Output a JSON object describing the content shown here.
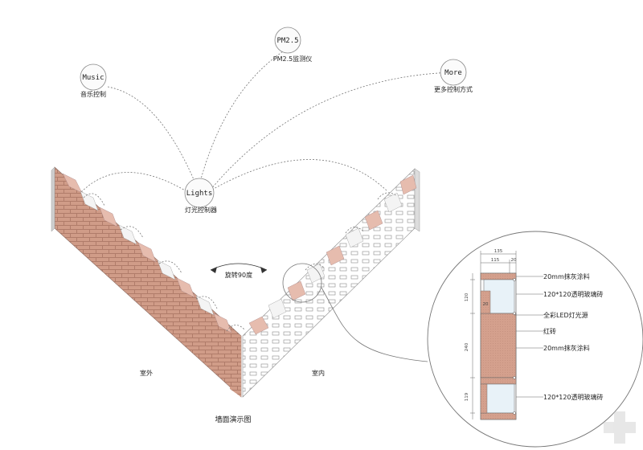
{
  "nodes": {
    "music": {
      "title": "Music",
      "caption": "音乐控制"
    },
    "pm25": {
      "title": "PM2.5",
      "caption": "PM2.5监测仪"
    },
    "more": {
      "title": "More",
      "caption": "更多控制方式"
    },
    "lights": {
      "title": "Lights",
      "caption": "灯光控制器"
    }
  },
  "labels": {
    "rotate": "旋转90度",
    "outdoor": "室外",
    "indoor": "室内",
    "caption": "墙面演示图"
  },
  "detail": {
    "dims_top": [
      "135",
      "115",
      "20"
    ],
    "dims_side": [
      "120",
      "20",
      "240",
      "119"
    ],
    "callouts": [
      "20mm抹灰涂料",
      "120*120透明玻璃砖",
      "全彩LED灯光源",
      "红砖",
      "20mm抹灰涂料",
      "120*120透明玻璃砖"
    ]
  },
  "colors": {
    "brick": "#d4a08d",
    "brick_top": "#e6bcae",
    "glass": "#e8f2f8",
    "line": "#777777"
  }
}
